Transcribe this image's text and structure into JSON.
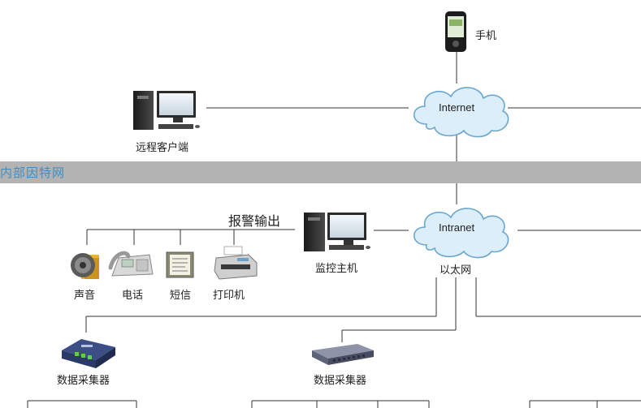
{
  "band_label": "内部因特网",
  "nodes": {
    "phone": "手机",
    "internet": "Internet",
    "remote_client": "远程客户端",
    "intranet": "Intranet",
    "ethernet": "以太网",
    "monitor_host": "监控主机",
    "alarm_output": "报警输出",
    "sound": "声音",
    "telephone": "电话",
    "sms": "短信",
    "printer": "打印机",
    "collector_left": "数据采集器",
    "collector_mid": "数据采集器"
  },
  "colors": {
    "band": "#b3b3b3",
    "band_text": "#3d8fc4",
    "cloud_fill": "#dbeefa",
    "cloud_stroke": "#6aa6cf",
    "line": "#333333"
  }
}
